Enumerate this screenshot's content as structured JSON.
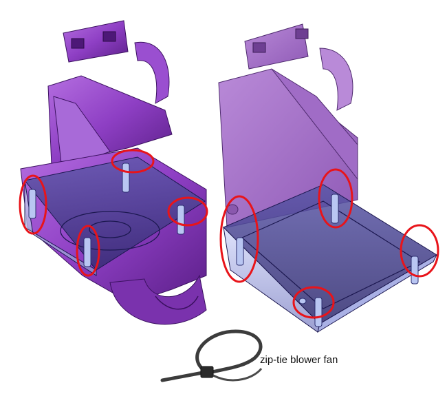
{
  "caption": "zip-tie blower fan",
  "colors": {
    "left_part": "#8e3fc4",
    "left_part_dark": "#5a1e86",
    "right_part": "#a675c8",
    "fan_panel": "#3f3a86",
    "highlight_circle": "#e8141a",
    "standoff": "#b9c6f2",
    "zip_tie": "#3c3c3c"
  },
  "icons": {
    "left_model": "fan-duct-mount-model",
    "right_model": "fan-duct-mount-model-alt",
    "zip_tie": "zip-tie-icon"
  }
}
